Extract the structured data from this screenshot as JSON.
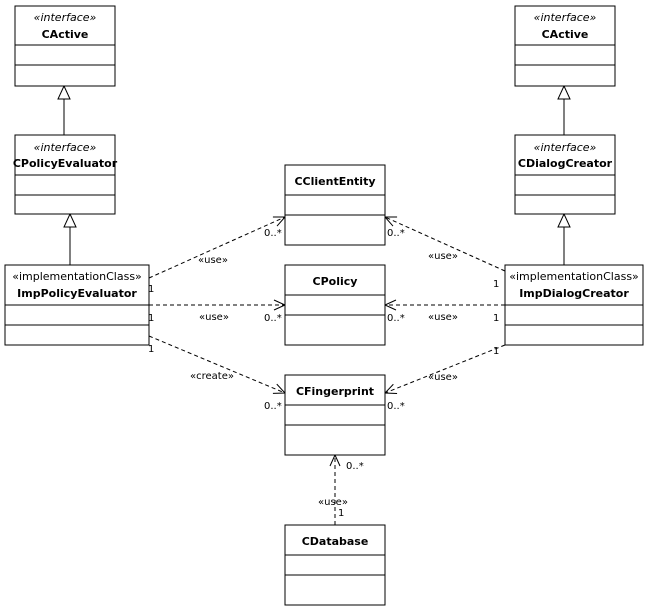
{
  "classes": {
    "cactive_left": {
      "stereotype": "«interface»",
      "name": "CActive"
    },
    "cpolicyevaluator": {
      "stereotype": "«interface»",
      "name": "CPolicyEvaluator"
    },
    "imppolicyevaluator": {
      "stereotype": "«implementationClass»",
      "name": "ImpPolicyEvaluator"
    },
    "cactive_right": {
      "stereotype": "«interface»",
      "name": "CActive"
    },
    "cdialogcreator": {
      "stereotype": "«interface»",
      "name": "CDialogCreator"
    },
    "impdialogcreator": {
      "stereotype": "«implementationClass»",
      "name": "ImpDialogCreator"
    },
    "cclientEntity": {
      "name": "CClientEntity"
    },
    "cpolicy": {
      "name": "CPolicy"
    },
    "cfingerprint": {
      "name": "CFingerprint"
    },
    "cdatabase": {
      "name": "CDatabase"
    }
  },
  "relations": {
    "use": "«use»",
    "create": "«create»",
    "one": "1",
    "many": "0..*"
  }
}
